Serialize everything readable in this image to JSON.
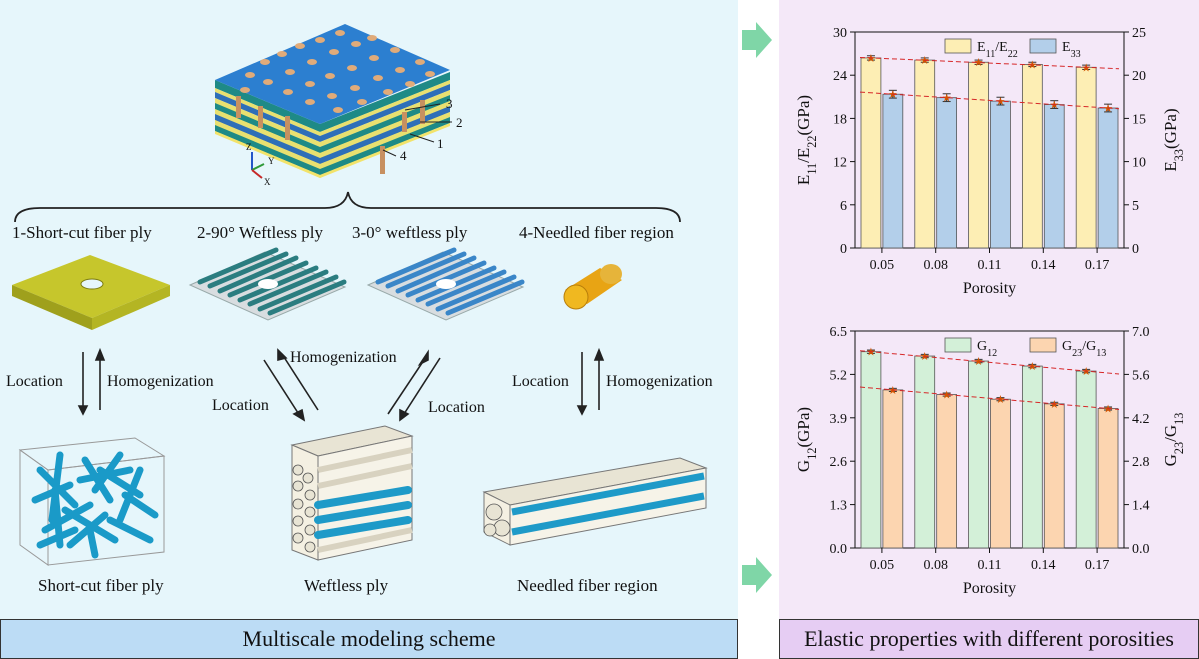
{
  "left_panel": {
    "callouts": [
      "1",
      "2",
      "3",
      "4"
    ],
    "axes_triad": {
      "z": "Z",
      "y": "Y",
      "x": "X"
    },
    "components": [
      "1-Short-cut fiber ply",
      "2-90° Weftless ply",
      "3-0° weftless ply",
      "4-Needled fiber region"
    ],
    "arrows": {
      "location": "Location",
      "homogenization": "Homogenization"
    },
    "rves": [
      "Short-cut fiber ply",
      "Weftless ply",
      "Needled fiber region"
    ],
    "caption": "Multiscale modeling scheme"
  },
  "right_panel": {
    "caption": "Elastic properties with different porosities"
  },
  "colors": {
    "left_bg": "#e6f6fb",
    "right_bg": "#f4e8f8",
    "left_caption_bg": "#bcdcf5",
    "right_caption_bg": "#e6cdf3",
    "arrow": "#7fd6a7",
    "yellow_bar": "#fdeeb4",
    "blue_bar": "#b3cfea",
    "green_bar": "#d3f0d8",
    "orange_bar": "#fcd5b0",
    "trend": "#d62728"
  },
  "chart_data": [
    {
      "type": "bar",
      "categories": [
        "0.05",
        "0.08",
        "0.11",
        "0.14",
        "0.17"
      ],
      "xlabel": "Porosity",
      "ylabel_left": [
        "E",
        "11",
        "/E",
        "22",
        "(GPa)"
      ],
      "ylabel_right": [
        "E",
        "33",
        "(GPa)"
      ],
      "ylim_left": [
        0,
        30
      ],
      "yticks_left": [
        "0",
        "6",
        "12",
        "18",
        "24",
        "30"
      ],
      "ylim_right": [
        0,
        25
      ],
      "yticks_right": [
        "0",
        "5",
        "10",
        "15",
        "20",
        "25"
      ],
      "series": [
        {
          "name": [
            "E",
            "11",
            "/E",
            "22"
          ],
          "axis": "left",
          "values": [
            26.4,
            26.1,
            25.8,
            25.5,
            25.1
          ],
          "error": 0.3,
          "color": "#fdeeb4"
        },
        {
          "name": [
            "E",
            "33"
          ],
          "axis": "right",
          "values": [
            17.8,
            17.4,
            17.0,
            16.6,
            16.2
          ],
          "error": 0.45,
          "color": "#b3cfea"
        }
      ],
      "legend": "top-right",
      "trend_lines": true,
      "grid": false
    },
    {
      "type": "bar",
      "categories": [
        "0.05",
        "0.08",
        "0.11",
        "0.14",
        "0.17"
      ],
      "xlabel": "Porosity",
      "ylabel_left": [
        "G",
        "12",
        "(GPa)"
      ],
      "ylabel_right": [
        "G",
        "23",
        "/G",
        "13"
      ],
      "ylim_left": [
        0,
        6.5
      ],
      "yticks_left": [
        "0.0",
        "1.3",
        "2.6",
        "3.9",
        "5.2",
        "6.5"
      ],
      "ylim_right": [
        0,
        7.0
      ],
      "yticks_right": [
        "0.0",
        "1.4",
        "2.8",
        "4.2",
        "5.6",
        "7.0"
      ],
      "series": [
        {
          "name": [
            "G",
            "12"
          ],
          "axis": "left",
          "values": [
            5.88,
            5.75,
            5.6,
            5.45,
            5.3
          ],
          "error": 0.05,
          "color": "#d3f0d8"
        },
        {
          "name": [
            "G",
            "23",
            "/G",
            "13"
          ],
          "axis": "right",
          "values": [
            5.1,
            4.95,
            4.8,
            4.65,
            4.5
          ],
          "error": 0.05,
          "color": "#fcd5b0"
        }
      ],
      "legend": "top-right",
      "trend_lines": true,
      "grid": false
    }
  ]
}
